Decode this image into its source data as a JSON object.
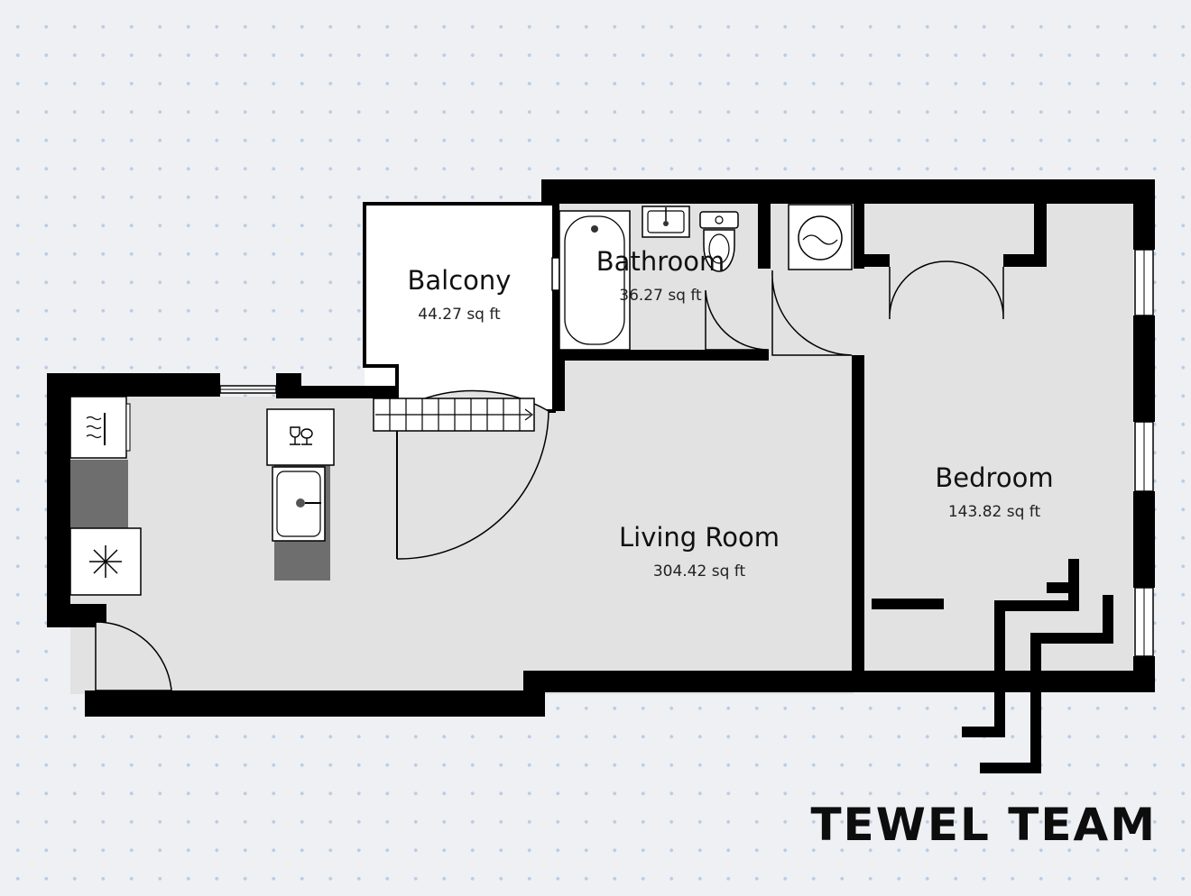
{
  "brand": "TEWEL TEAM",
  "colors": {
    "background": "#eef0f3",
    "dots": "#b9cde6",
    "floor": "#e2e2e2",
    "wall": "#000000",
    "fixture": "#ffffff",
    "counter": "#6e6e6e"
  },
  "rooms": [
    {
      "id": "balcony",
      "name": "Balcony",
      "area": "44.27 sq ft"
    },
    {
      "id": "bathroom",
      "name": "Bathroom",
      "area": "36.27 sq ft"
    },
    {
      "id": "living",
      "name": "Living Room",
      "area": "304.42 sq ft"
    },
    {
      "id": "bedroom",
      "name": "Bedroom",
      "area": "143.82 sq ft"
    }
  ],
  "icons": [
    "oven-icon",
    "fridge-icon",
    "wine-glass-icon",
    "sink-icon",
    "bathtub-icon",
    "washbasin-icon",
    "toilet-icon",
    "washing-machine-icon",
    "stairs-icon"
  ]
}
